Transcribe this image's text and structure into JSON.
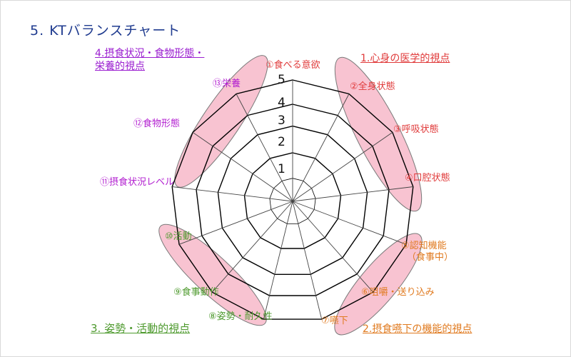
{
  "title": "5. KTバランスチャート",
  "groups": {
    "g1": "1.心身の医学的視点",
    "g2": "2.摂食嚥下の機能的視点",
    "g3": "3. 姿勢・活動的視点",
    "g4_line1": "4.摂食状況・食物形態・",
    "g4_line2": "栄養的視点"
  },
  "items": {
    "i1": "①食べる意欲",
    "i2": "②全身状態",
    "i3": "③呼吸状態",
    "i4": "④口腔状態",
    "i5_line1": "⑤認知機能",
    "i5_line2": "（食事中）",
    "i6": "⑥咀嚼・送り込み",
    "i7": "⑦嚥下",
    "i8": "⑧姿勢・耐久性",
    "i9": "⑨食事動作",
    "i10": "⑩活動",
    "i11": "⑪摂食状況レベル",
    "i12": "⑫食物形態",
    "i13": "⑬栄養"
  },
  "scale": [
    "1",
    "2",
    "3",
    "4",
    "5"
  ],
  "colors": {
    "title": "#1f3b8f",
    "medical": "#e03a3a",
    "swallow": "#e07a1f",
    "activity": "#4e9a2e",
    "nutrition": "#b21fd0",
    "highlight": "#f7b9c9"
  }
}
